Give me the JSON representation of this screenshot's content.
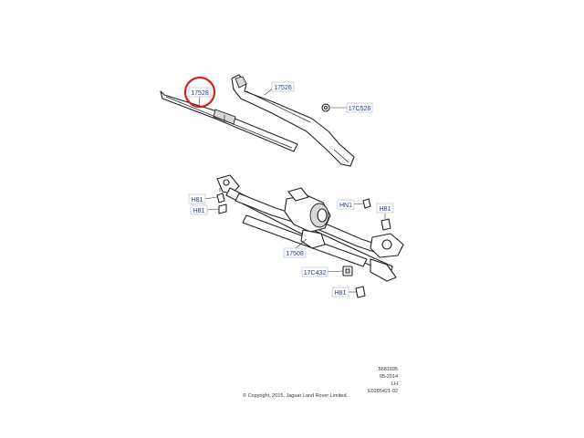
{
  "callouts": {
    "blade": "17528",
    "arm": "17526",
    "arm_cap": "17C526",
    "bolt_left_top": "H81",
    "bolt_left_bottom": "H81",
    "nut_pivot": "HN1",
    "bolt_right": "H81",
    "linkage_motor": "17508",
    "grommet": "17C432",
    "bolt_bottom": "H81"
  },
  "reference": {
    "code": "5681695",
    "date": "05-2014",
    "side": "LH",
    "illustration": "E0285421-02"
  },
  "copyright": "© Copyright, 2015, Jaguar Land Rover Limited.",
  "highlight_color": "#d62020",
  "label_color": "#1a3a8f"
}
